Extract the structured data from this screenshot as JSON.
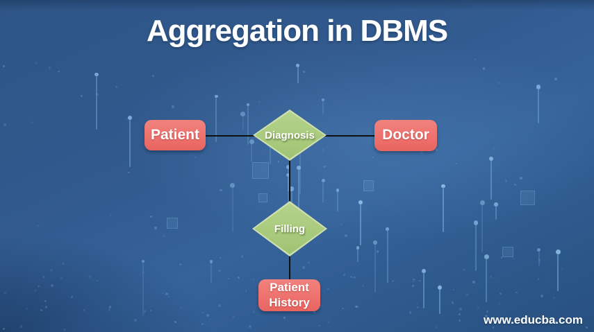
{
  "page": {
    "title": "Aggregation in DBMS",
    "footer": "www.educba.com"
  },
  "diagram": {
    "entities": {
      "patient": {
        "label": "Patient"
      },
      "doctor": {
        "label": "Doctor"
      },
      "patient_history": {
        "label": "Patient\nHistory"
      }
    },
    "relationships": {
      "diagnosis": {
        "label": "Diagnosis"
      },
      "filling": {
        "label": "Filling"
      }
    },
    "colors": {
      "entity_fill": "#ee726e",
      "relationship_fill": "#a8ca7c",
      "relationship_border": "#cfe0b0",
      "connector": "#101010",
      "background": "#31598d",
      "title_text": "#ffffff"
    }
  }
}
